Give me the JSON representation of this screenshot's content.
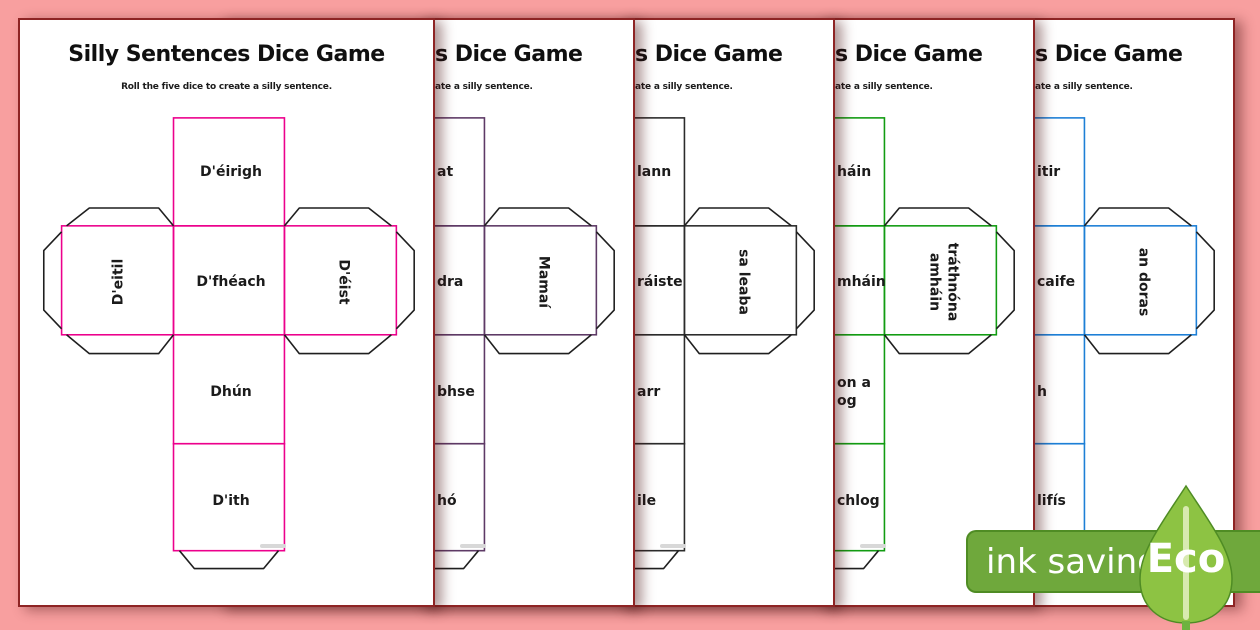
{
  "colors": {
    "background": "#f89f9f",
    "paper_border": "#8e2424",
    "badge_band": "#6fa83c",
    "badge_band_border": "#4f8c24",
    "leaf": "#8dc343",
    "leaf_vein": "#d8eab0",
    "stem": "#6db33f"
  },
  "pages": [
    {
      "net_color": "#ec008c",
      "title": "Silly Sentences Dice Game",
      "subtitle": "Roll the five dice to create a silly sentence.",
      "faces": {
        "top": "D'éirigh",
        "left": "D'eitil",
        "center": "D'fhéach",
        "right": "D'éist",
        "bottom1": "Dhún",
        "bottom2": "D'ith"
      }
    },
    {
      "net_color": "#5e3a66",
      "title": "s Dice Game",
      "subtitle": "ate a silly sentence.",
      "faces": {
        "top": "at",
        "center": "dra",
        "right": "Mamaí",
        "bottom1": "bhse",
        "bottom2": "hó"
      }
    },
    {
      "net_color": "#2b2b2b",
      "title": "s Dice Game",
      "subtitle": "ate a silly sentence.",
      "faces": {
        "top": "lann",
        "center": "ráiste",
        "right": "sa leaba",
        "bottom1": "arr",
        "bottom2": "ile"
      }
    },
    {
      "net_color": "#129c12",
      "title": "s Dice Game",
      "subtitle": "ate a silly sentence.",
      "faces": {
        "top": "háin",
        "center": "mháin",
        "right": "tráthnóna\namháin",
        "bottom1": "on a\nog",
        "bottom2": "chlog"
      }
    },
    {
      "net_color": "#1d7fd6",
      "title": "s Dice Game",
      "subtitle": "ate a silly sentence.",
      "faces": {
        "top": "itir",
        "center": "caife",
        "right": "an doras",
        "bottom1": "h",
        "bottom2": "lifís"
      }
    }
  ],
  "badge": {
    "ink_saving_label": "ink saving",
    "eco_label": "Eco"
  }
}
